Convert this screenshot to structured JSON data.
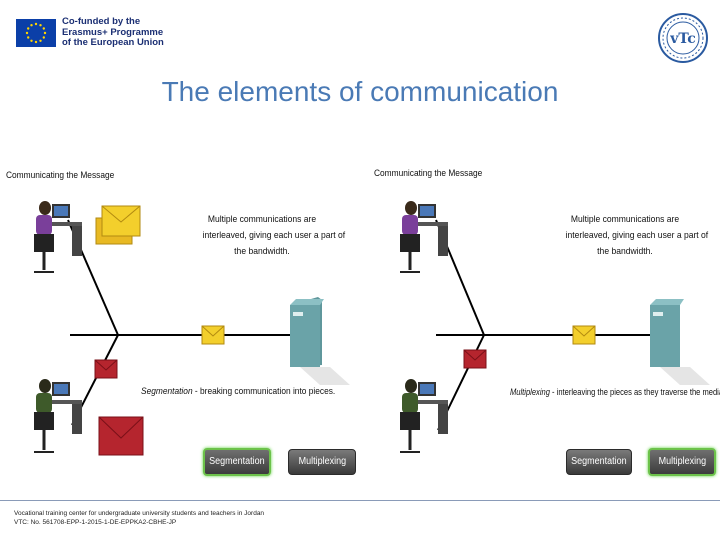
{
  "header": {
    "eu_text": [
      "Co-funded by the",
      "Erasmus+ Programme",
      "of the European Union"
    ],
    "logo_text": "vTc"
  },
  "title": "The elements of communication",
  "panels": [
    {
      "label": "Communicating the Message",
      "description": [
        "Multiple communications are",
        "interleaved, giving each user a part of",
        "the bandwidth."
      ],
      "caption_term": "Segmentation",
      "caption_rest": " - breaking communication into pieces.",
      "buttons": [
        {
          "label": "Segmentation",
          "active": true
        },
        {
          "label": "Multiplexing",
          "active": false
        }
      ]
    },
    {
      "label": "Communicating the Message",
      "description": [
        "Multiple communications are",
        "interleaved, giving each user a part of",
        "the bandwidth."
      ],
      "caption_term": "Multiplexing",
      "caption_rest": " - interleaving the pieces as they traverse the media.",
      "buttons": [
        {
          "label": "Segmentation",
          "active": false
        },
        {
          "label": "Multiplexing",
          "active": true
        }
      ]
    }
  ],
  "footer": {
    "line1": "Vocational training center for undergraduate university students and teachers in Jordan",
    "line2": "VTC: No. 561708-EPP-1-2015-1-DE-EPPKA2-CBHE-JP"
  },
  "colors": {
    "title": "#4a7ab5",
    "envelope_yellow": "#f3cf2c",
    "envelope_red": "#b5252e",
    "server": "#6aa3a8",
    "active_border": "#6cc24a"
  }
}
